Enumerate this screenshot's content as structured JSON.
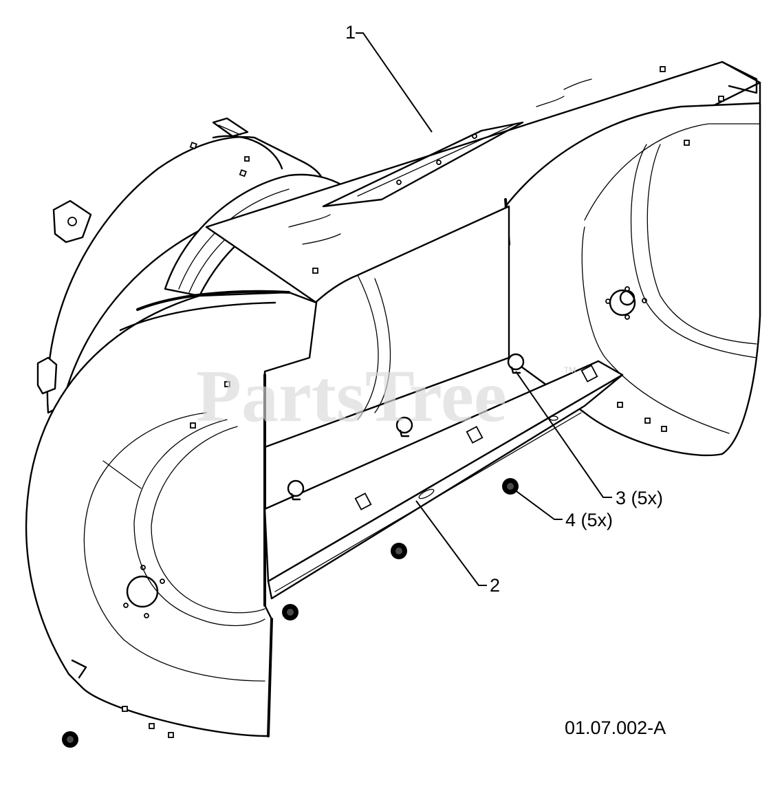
{
  "diagram": {
    "watermark": "PartsTree",
    "watermark_tm": "TM",
    "drawing_code": "01.07.002-A",
    "callouts": [
      {
        "id": "1",
        "label": "1"
      },
      {
        "id": "2",
        "label": "2"
      },
      {
        "id": "3",
        "label": "3 (5x)"
      },
      {
        "id": "4",
        "label": "4 (5x)"
      }
    ]
  }
}
